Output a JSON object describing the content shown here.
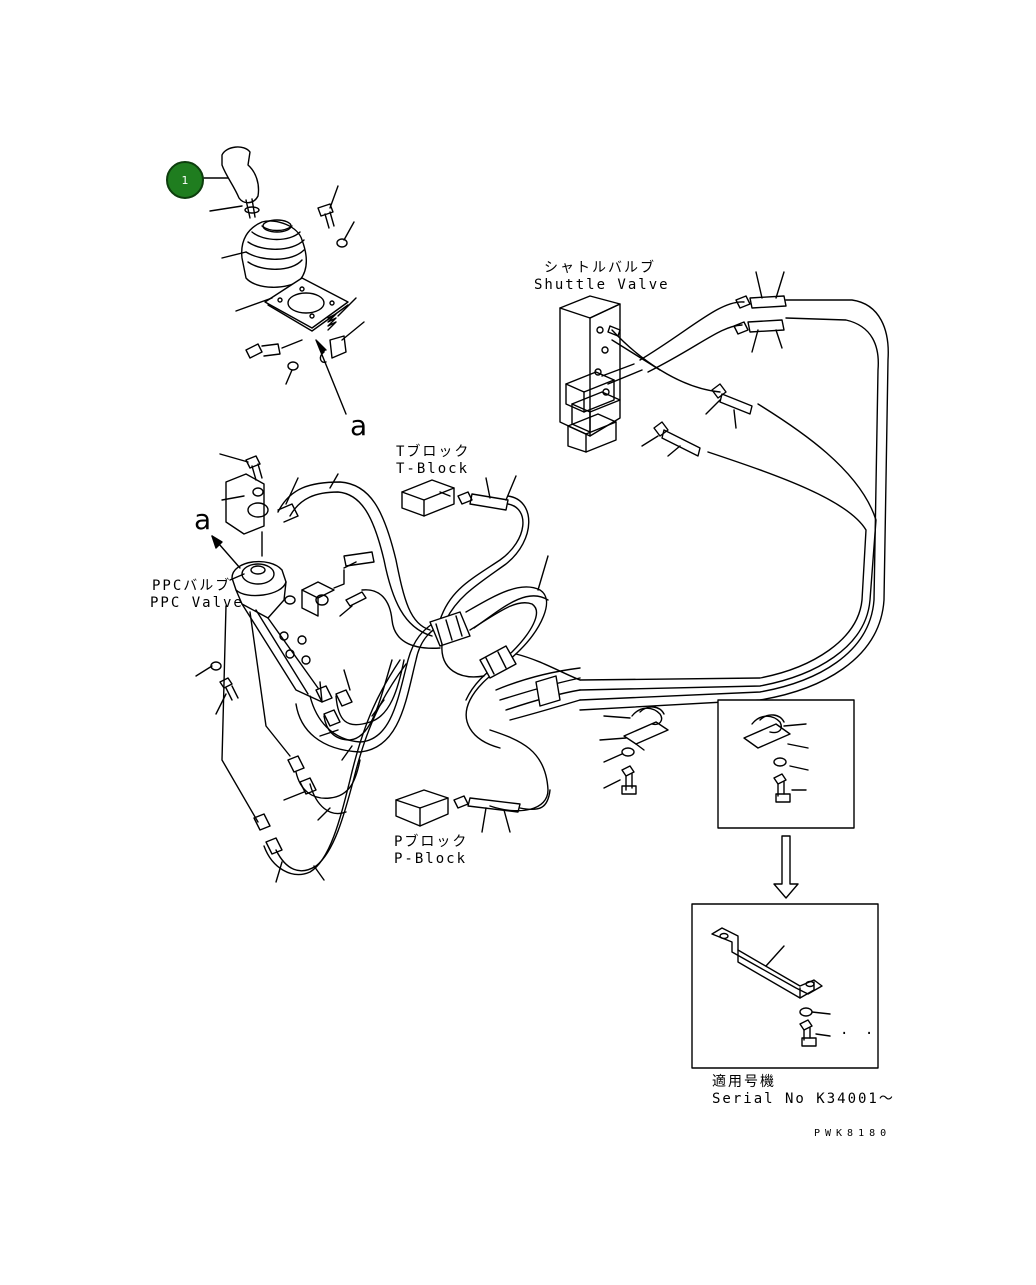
{
  "labels": {
    "shuttle_valve_jp": "シャトルバルブ",
    "shuttle_valve_en": "Shuttle Valve",
    "t_block_jp": "Tブロック",
    "t_block_en": "T-Block",
    "ppc_valve_jp": "PPCバルブ",
    "ppc_valve_en": "PPC Valve",
    "p_block_jp": "Pブロック",
    "p_block_en": "P-Block",
    "view_a_top": "a",
    "view_a_left": "a",
    "serial_jp": "適用号機",
    "serial_en": "Serial No K34001〜",
    "drawing_code": "PWK8180",
    "dots": ". ."
  },
  "callouts": [
    {
      "id": "1",
      "label": "1",
      "color": "#1f7d1f"
    }
  ],
  "colors": {
    "line": "#000000",
    "background": "#ffffff",
    "callout": "#1f7d1f"
  }
}
